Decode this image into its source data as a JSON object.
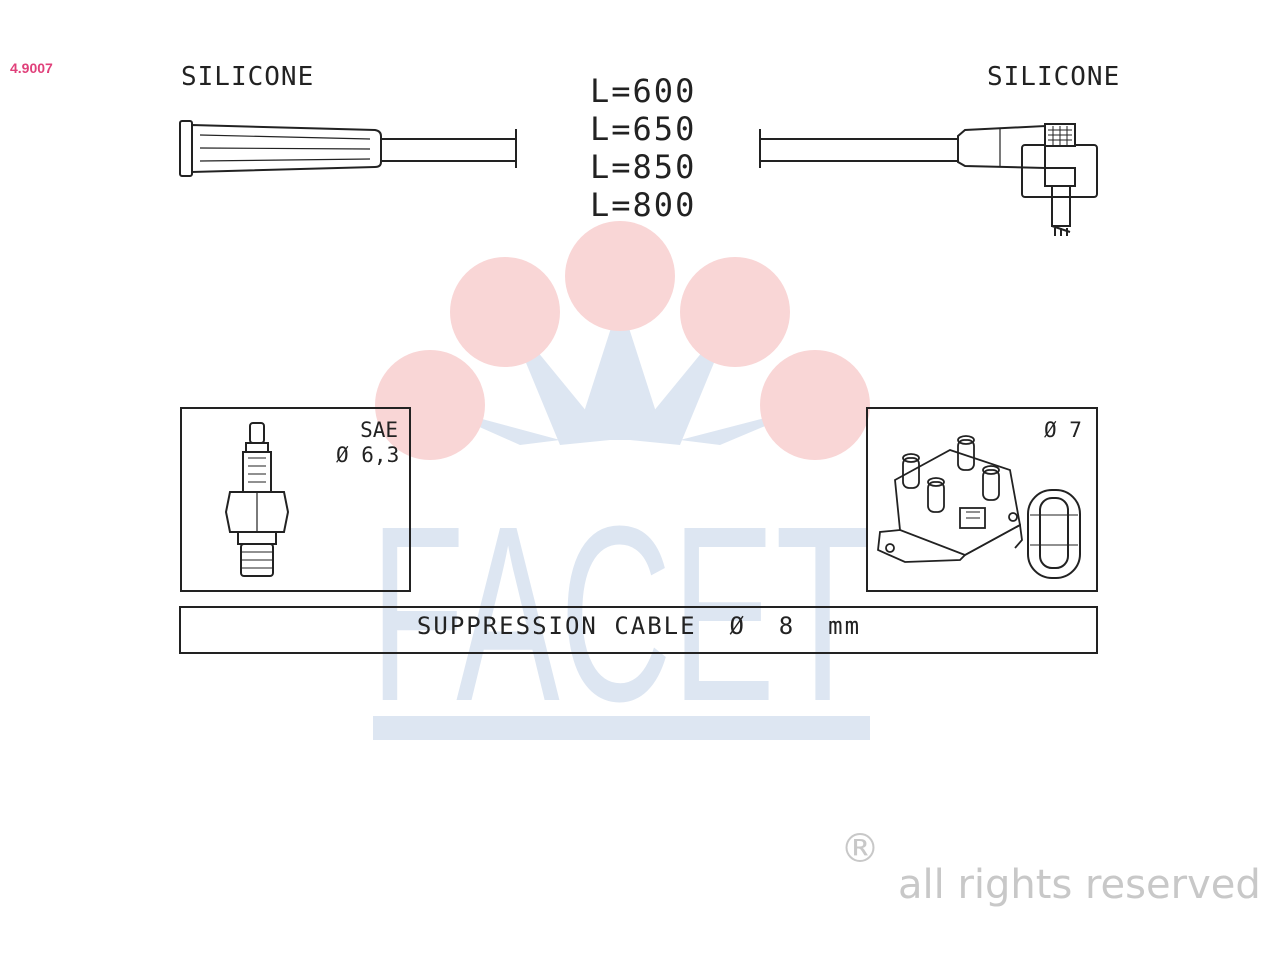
{
  "header": {
    "part_number": "4.9007"
  },
  "cable_ends": {
    "left_material": "SILICONE",
    "right_material": "SILICONE"
  },
  "lengths": [
    "L=600",
    "L=650",
    "L=850",
    "L=800"
  ],
  "spark_plug_terminal": {
    "standard": "SAE",
    "diameter": "Ø 6,3"
  },
  "coil_terminal": {
    "diameter": "Ø 7"
  },
  "cable_spec": "SUPPRESSION CABLE  Ø  8  mm",
  "watermark": {
    "brand": "FACET",
    "registered_symbol": "®",
    "rights_text": "all rights reserved",
    "colors": {
      "circle": "#f9d6d6",
      "text": "#dde6f2"
    }
  }
}
